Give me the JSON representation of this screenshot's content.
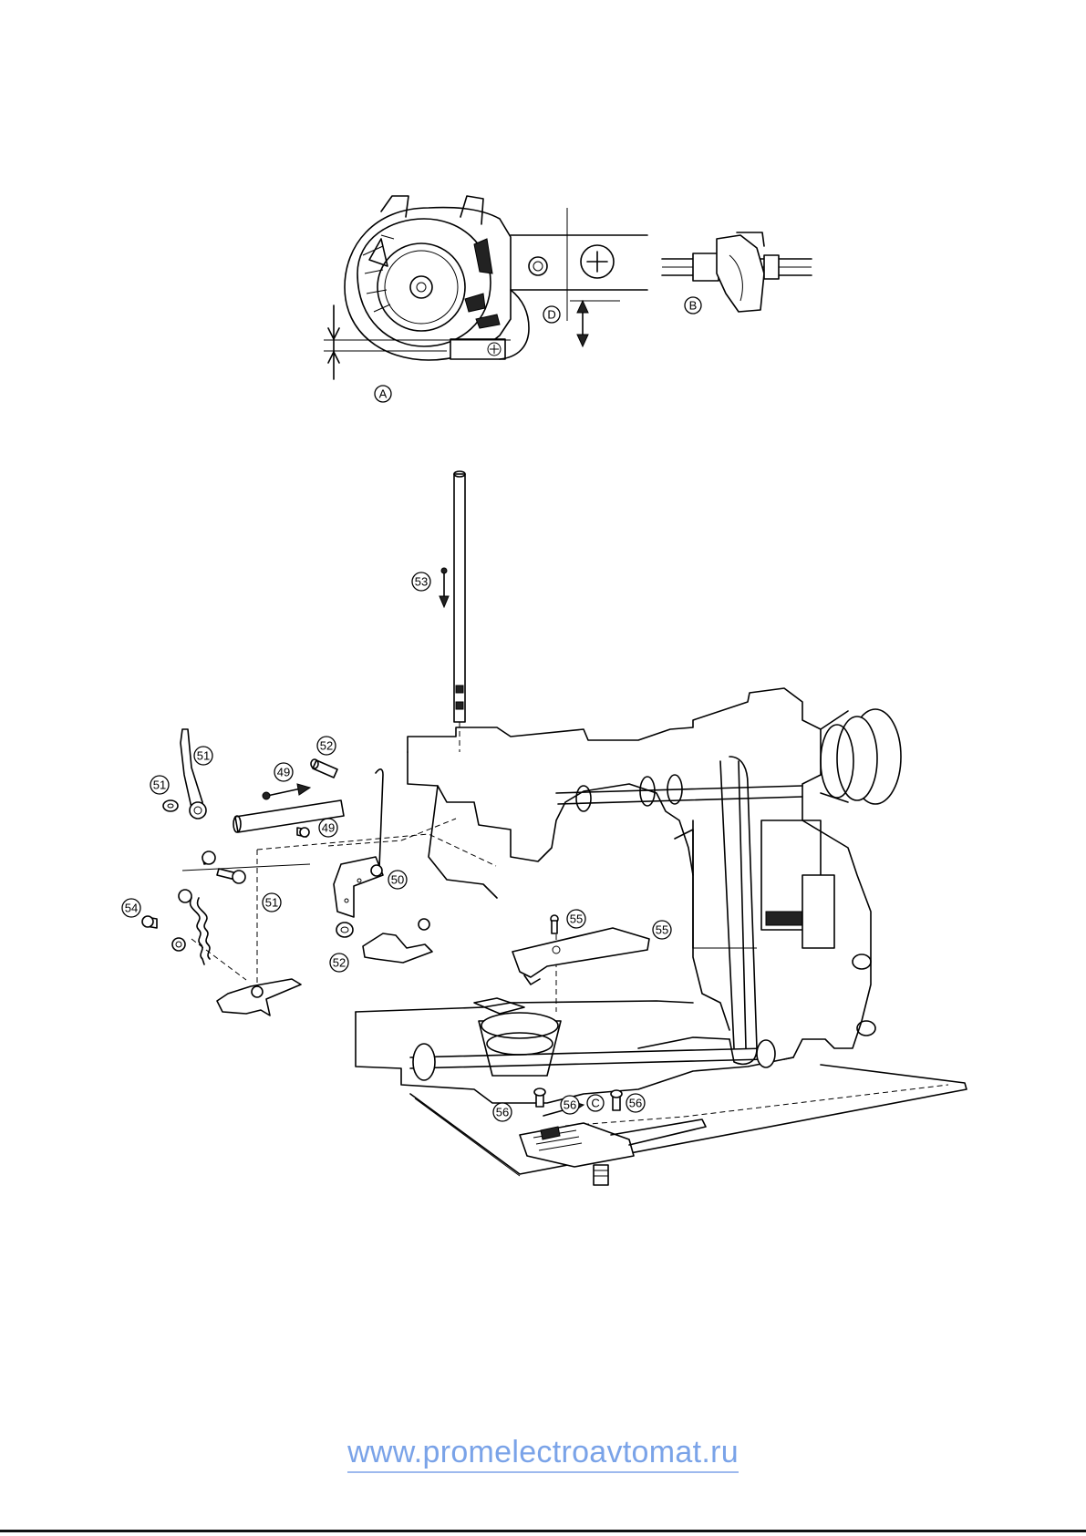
{
  "detail": {
    "labels": {
      "a": "A",
      "b": "B",
      "c": "C",
      "d": "D"
    }
  },
  "callouts": {
    "n49": "49",
    "n50": "50",
    "n51": "51",
    "n52": "52",
    "n53": "53",
    "n54": "54",
    "n55": "55",
    "n56": "56"
  },
  "footer": {
    "watermark": "www.promelectroavtomat.ru"
  }
}
